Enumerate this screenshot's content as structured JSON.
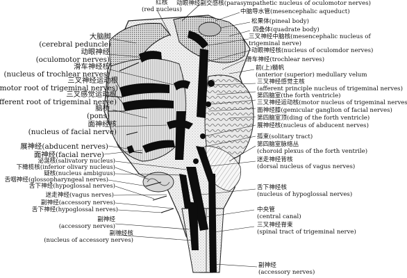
{
  "labels_right": [
    {
      "id": "red-nucleus",
      "zh": "红核",
      "en": "(red nucleus)"
    },
    {
      "id": "parasympathetic-oculomotor",
      "zh": "动眼神经副交感核(parasympathetic nucleus of oculomotor nerves)",
      "en": ""
    },
    {
      "id": "mesencephalic-aqueduct",
      "zh": "中脑导水管(mesencephalic aqueduct)",
      "en": ""
    },
    {
      "id": "pineal-body",
      "zh": "松果体(pineal body)",
      "en": ""
    },
    {
      "id": "quadrate-body",
      "zh": "四叠体(quadrate body)",
      "en": ""
    },
    {
      "id": "mesencephalic-trigeminal",
      "zh": "三叉神经中脑核(mesencephalic nucleus of",
      "en": "trigeminal nerve)"
    },
    {
      "id": "oculomotor-nucleus",
      "zh": "动眼神经核(nucleus of oculomdor nerves)",
      "en": ""
    },
    {
      "id": "trochlear-nerves",
      "zh": "滑车神经(trochlear nerves)",
      "en": ""
    },
    {
      "id": "medullary-velum",
      "zh": "前(上)髓帆",
      "en": "(anterior (superior) medullary velum"
    },
    {
      "id": "principle-trigeminal",
      "zh": "三叉神经感觉主核",
      "en": "(afferent principle nucleus of trigeminal nerves)"
    },
    {
      "id": "forth-ventricle",
      "zh": "第四脑室(the forth ventricle)",
      "en": ""
    },
    {
      "id": "motor-trigeminal",
      "zh": "三叉神经运动核(motor nucleus of trigeminal nerves)",
      "en": ""
    },
    {
      "id": "geniculate-ganglion",
      "zh": "面神经膝(gemicular ganglion of facial nerves)",
      "en": ""
    },
    {
      "id": "ding-ventricle",
      "zh": "第四脑室顶(ding of the forth ventricle)",
      "en": ""
    },
    {
      "id": "abducent-nucleus",
      "zh": "展神经核(nucleus of abducent nerves)",
      "en": ""
    },
    {
      "id": "solitary-tract",
      "zh": "孤束(solitary tract)",
      "en": ""
    },
    {
      "id": "choroid-plexus",
      "zh": "第四脑室脉络丛",
      "en": "(choroid plexus of the forth ventrile)"
    },
    {
      "id": "dorsal-vagus",
      "zh": "迷走神经背核",
      "en": "(dorsal nucleus of vagus nerves)"
    },
    {
      "id": "hypoglossal-nucleus",
      "zh": "舌下神经核",
      "en": "(nucleus of hypoglossal nerves)"
    },
    {
      "id": "central-canal",
      "zh": "中央管",
      "en": "(central canal)"
    },
    {
      "id": "spinal-trigeminal",
      "zh": "三叉神经脊束",
      "en": "(spinal tract of trigeminal nerve)"
    },
    {
      "id": "accessory-nerves-bottom",
      "zh": "副神经",
      "en": "(accessory nerves)"
    }
  ],
  "labels_left": [
    {
      "id": "cerebral-peduncle",
      "zh": "大脑脚",
      "en": "(cerebral peduncle)"
    },
    {
      "id": "oculomotor-nerves",
      "zh": "动眼神经",
      "en": "(oculomotor nerves)"
    },
    {
      "id": "trochlear-nucleus",
      "zh": "滑车神经核",
      "en": "(nucleus of trochlear nerves)"
    },
    {
      "id": "motor-root",
      "zh": "三叉神经运动根",
      "en": "(motor root of trigeminal nerves)"
    },
    {
      "id": "afferent-root",
      "zh": "三叉感觉运动根",
      "en": "(afferent root of trigeminal nerve)"
    },
    {
      "id": "pons",
      "zh": "脑桥",
      "en": "(pons)"
    },
    {
      "id": "facial-nucleus",
      "zh": "面神经核",
      "en": "(nucleus of facial nerve)"
    },
    {
      "id": "abducent-nerves",
      "zh": "展神经(abducent nerves)",
      "en": ""
    },
    {
      "id": "facial-nerve",
      "zh": "面神经(facial nerve)",
      "en": ""
    },
    {
      "id": "salivatory",
      "zh": "泌涎核(salivatory nucleus)",
      "en": ""
    },
    {
      "id": "olivary",
      "zh": "下橄榄核(inferior olivary nucleus)",
      "en": ""
    },
    {
      "id": "ambiguus",
      "zh": "疑核(nucleus ambiguus)",
      "en": ""
    },
    {
      "id": "glossopharyngeal",
      "zh": "舌咽神经(glossopharyngeal nerves)",
      "en": ""
    },
    {
      "id": "hypoglossal-nerves-1",
      "zh": "舌下神经(hypoglossal nerves)",
      "en": ""
    },
    {
      "id": "vagus",
      "zh": "迷走神经(vagus nerves)",
      "en": ""
    },
    {
      "id": "accessory-nerves-1",
      "zh": "副神经(accessory nerves)",
      "en": ""
    },
    {
      "id": "hypoglossal-nerves-2",
      "zh": "舌下神经(hypoglossal nerves)",
      "en": ""
    },
    {
      "id": "accessory-nerves-2",
      "zh": "副神经",
      "en": "(accessory nerves)"
    },
    {
      "id": "accessory-nucleus",
      "zh": "副神经核",
      "en": "(nucleus of accessory nerves)"
    }
  ]
}
